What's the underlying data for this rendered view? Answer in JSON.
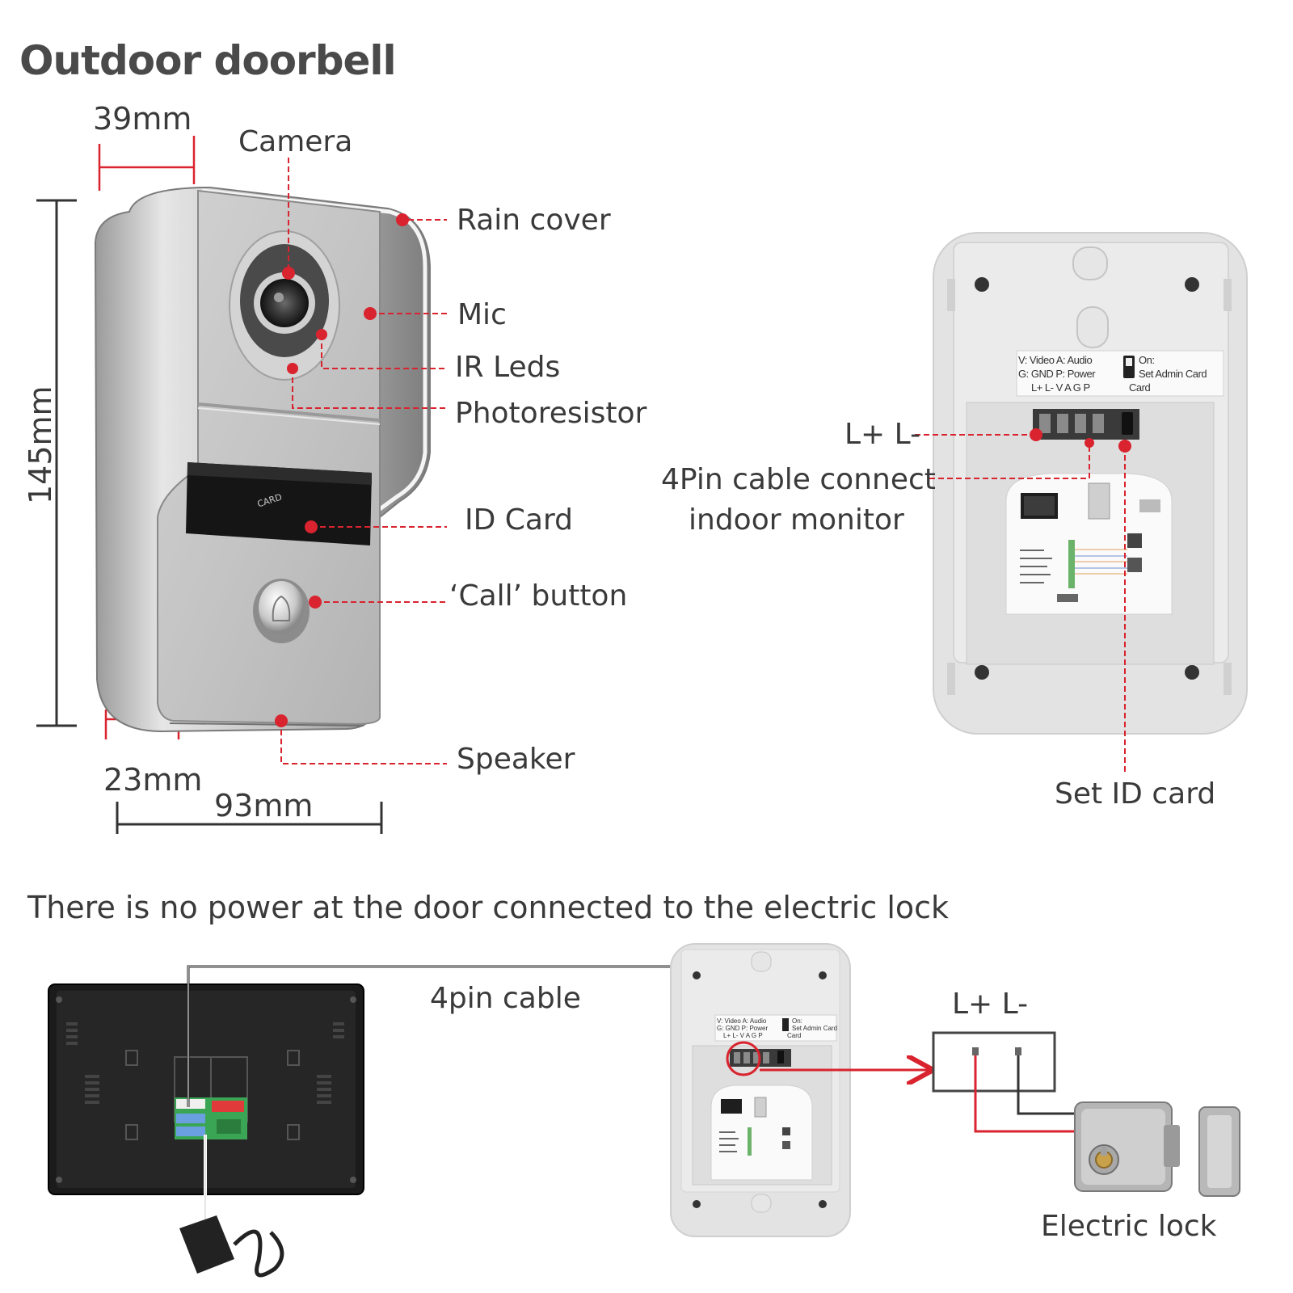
{
  "title": "Outdoor doorbell",
  "dimensions": {
    "width_top": "39mm",
    "height": "145mm",
    "depth": "23mm",
    "width": "93mm"
  },
  "front_callouts": {
    "camera": "Camera",
    "rain_cover": "Rain cover",
    "mic": "Mic",
    "ir_leds": "IR Leds",
    "photoresistor": "Photoresistor",
    "id_card": "ID Card",
    "call_button": "‘Call’ button",
    "speaker": "Speaker",
    "card_icon_text": "CARD"
  },
  "back_panel": {
    "legend_line1": "V: Video    A: Audio",
    "legend_line2": "G: GND      P: Power",
    "legend_line3": "L+ L-       V A G P",
    "switch_line1": "On:",
    "switch_line2": "Set Admin Card",
    "switch_line3": "Card",
    "lplus_lminus": "L+  L-",
    "cable_label_line1": "4Pin cable connect",
    "cable_label_line2": "indoor monitor",
    "set_id_card": "Set ID card"
  },
  "wiring": {
    "subtitle": "There is no power at the door connected to the electric lock",
    "cable_label": "4pin cable",
    "lock_terminals": "L+   L-",
    "lock_label": "Electric lock"
  },
  "colors": {
    "accent_red": "#d9232e",
    "text": "#3a3a3a",
    "silver": "#c9c9c9",
    "panel_gray": "#e6e6e6"
  }
}
